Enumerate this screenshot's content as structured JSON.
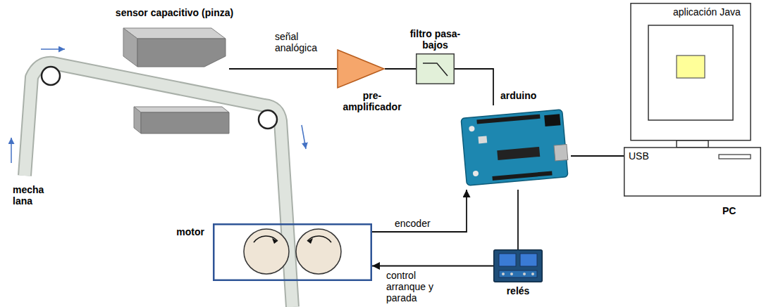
{
  "diagram": {
    "nodes": [
      {
        "text": [
          "sensor capacitivo (pinza)"
        ]
      },
      {
        "text": [
          "pre-amplificador"
        ]
      },
      {
        "text": [
          "filtro pasa-bajos"
        ]
      },
      {
        "text": [
          "arduino"
        ]
      },
      {
        "text": [
          "PC"
        ]
      },
      {
        "text": [
          "motor"
        ]
      },
      {
        "text": [
          "relés"
        ]
      }
    ],
    "edges": [
      {
        "from": 0,
        "to": 1,
        "label": "señal analógica",
        "arrow": "none"
      },
      {
        "from": 1,
        "to": 2,
        "arrow": "none"
      },
      {
        "from": 2,
        "to": 3,
        "arrow": "none"
      },
      {
        "from": 3,
        "to": 4,
        "label": "USB",
        "arrow": "none"
      },
      {
        "from": 5,
        "to": 3,
        "label": "encoder",
        "arrow": "to"
      },
      {
        "from": 3,
        "to": 6,
        "arrow": "none"
      },
      {
        "from": 6,
        "to": 5,
        "label": "control arranque y parada",
        "arrow": "to"
      }
    ],
    "labels": [
      "mecha lana",
      "aplicación Java"
    ]
  }
}
